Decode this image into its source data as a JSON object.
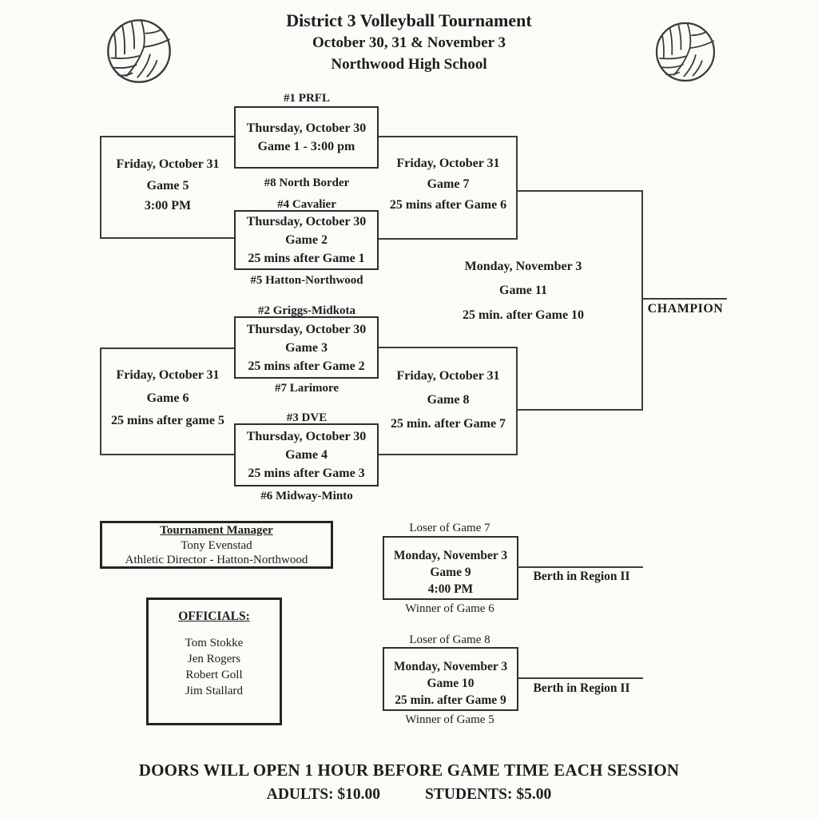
{
  "header": {
    "title": "District 3 Volleyball Tournament",
    "dates": "October 30, 31 & November 3",
    "venue": "Northwood High School"
  },
  "icons": {
    "volleyball_left": "volleyball line-art",
    "volleyball_right": "volleyball line-art"
  },
  "seeds": {
    "s1": "#1 PRFL",
    "s8": "#8 North Border",
    "s4": "#4 Cavalier",
    "s5": "#5 Hatton-Northwood",
    "s2": "#2 Griggs-Midkota",
    "s7": "#7 Larimore",
    "s3": "#3 DVE",
    "s6": "#6 Midway-Minto"
  },
  "games": {
    "game1": {
      "l1": "Thursday, October 30",
      "l2": "Game 1 - 3:00 pm"
    },
    "game2": {
      "l1": "Thursday, October 30",
      "l2": "Game 2",
      "l3": "25 mins after Game 1"
    },
    "game3": {
      "l1": "Thursday, October 30",
      "l2": "Game 3",
      "l3": "25 mins after Game 2"
    },
    "game4": {
      "l1": "Thursday, October 30",
      "l2": "Game 4",
      "l3": "25 mins after Game 3"
    },
    "game5": {
      "l1": "Friday, October 31",
      "l2": "Game 5",
      "l3": "3:00 PM"
    },
    "game6": {
      "l1": "Friday, October 31",
      "l2": "Game 6",
      "l3": "25 mins after game 5"
    },
    "game7": {
      "l1": "Friday, October 31",
      "l2": "Game 7",
      "l3": "25 mins after Game 6"
    },
    "game8": {
      "l1": "Friday, October 31",
      "l2": "Game 8",
      "l3": "25 min. after Game 7"
    },
    "game11": {
      "l1": "Monday, November 3",
      "l2": "Game 11",
      "l3": "25 min. after Game 10"
    },
    "game9": {
      "feeder_top": "Loser of Game 7",
      "l1": "Monday, November 3",
      "l2": "Game 9",
      "l3": "4:00 PM",
      "feeder_bottom": "Winner of Game 6",
      "outcome": "Berth in Region II"
    },
    "game10": {
      "feeder_top": "Loser of Game 8",
      "l1": "Monday, November 3",
      "l2": "Game 10",
      "l3": "25 min. after Game 9",
      "feeder_bottom": "Winner of Game 5",
      "outcome": "Berth in Region II"
    }
  },
  "champion_label": "CHAMPION",
  "manager": {
    "heading": "Tournament Manager",
    "name": "Tony Evenstad",
    "role": "Athletic Director - Hatton-Northwood"
  },
  "officials": {
    "heading": "OFFICIALS:",
    "names": [
      "Tom Stokke",
      "Jen Rogers",
      "Robert Goll",
      "Jim Stallard"
    ]
  },
  "footer": {
    "doors": "DOORS WILL OPEN 1 HOUR BEFORE GAME TIME EACH SESSION",
    "adults": "ADULTS:  $10.00",
    "students": "STUDENTS:  $5.00"
  },
  "colors": {
    "ink": "#1d1d1d",
    "line": "#3c3c3c",
    "background": "#fbfbf8"
  }
}
